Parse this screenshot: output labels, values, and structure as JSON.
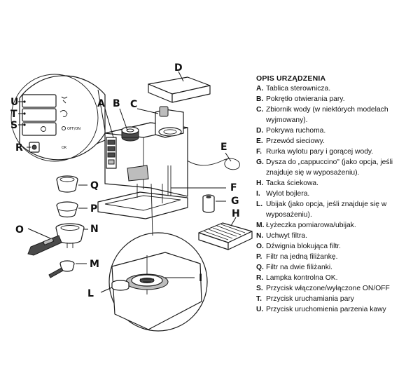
{
  "legend": {
    "title": "OPIS URZĄDZENIA",
    "items": [
      {
        "code": "A.",
        "text": "Tablica sterownicza."
      },
      {
        "code": "B.",
        "text": "Pokrętło otwierania pary."
      },
      {
        "code": "C.",
        "text": "Zbiornik wody (w niektórych modelach wyjmowany)."
      },
      {
        "code": "D.",
        "text": "Pokrywa ruchoma."
      },
      {
        "code": "E.",
        "text": "Przewód sieciowy."
      },
      {
        "code": "F.",
        "text": "Rurka wylotu pary i gorącej wody."
      },
      {
        "code": "G.",
        "text": "Dysza do „cappuccino\" (jako opcja, jeśli znajduje się w wyposażeniu)."
      },
      {
        "code": "H.",
        "text": "Tacka ściekowa."
      },
      {
        "code": "I.",
        "text": "Wylot bojlera."
      },
      {
        "code": "L.",
        "text": "Ubijak (jako opcja, jeśli znajduje się w wyposażeniu)."
      },
      {
        "code": "M.",
        "text": "Łyżeczka pomiarowa/ubijak."
      },
      {
        "code": "N.",
        "text": "Uchwyt filtra."
      },
      {
        "code": "O.",
        "text": "Dźwignia blokująca filtr."
      },
      {
        "code": "P.",
        "text": "Filtr na jedną filiżankę."
      },
      {
        "code": "Q.",
        "text": "Filtr na dwie filiżanki."
      },
      {
        "code": "R.",
        "text": "Lampka kontrolna OK."
      },
      {
        "code": "S.",
        "text": "Przycisk włączone/wyłączone ON/OFF"
      },
      {
        "code": "T.",
        "text": "Przycisk uruchamiania pary"
      },
      {
        "code": "U.",
        "text": "Przycisk uruchomienia parzenia kawy"
      }
    ]
  },
  "callouts": {
    "A": "A",
    "B": "B",
    "C": "C",
    "D": "D",
    "E": "E",
    "F": "F",
    "G": "G",
    "H": "H",
    "I": "I",
    "L": "L",
    "M": "M",
    "N": "N",
    "O": "O",
    "P": "P",
    "Q": "Q",
    "R": "R",
    "S": "S",
    "T": "T",
    "U": "U"
  },
  "panel": {
    "onoff_label": "OFF/ON",
    "ok_label": "OK"
  }
}
